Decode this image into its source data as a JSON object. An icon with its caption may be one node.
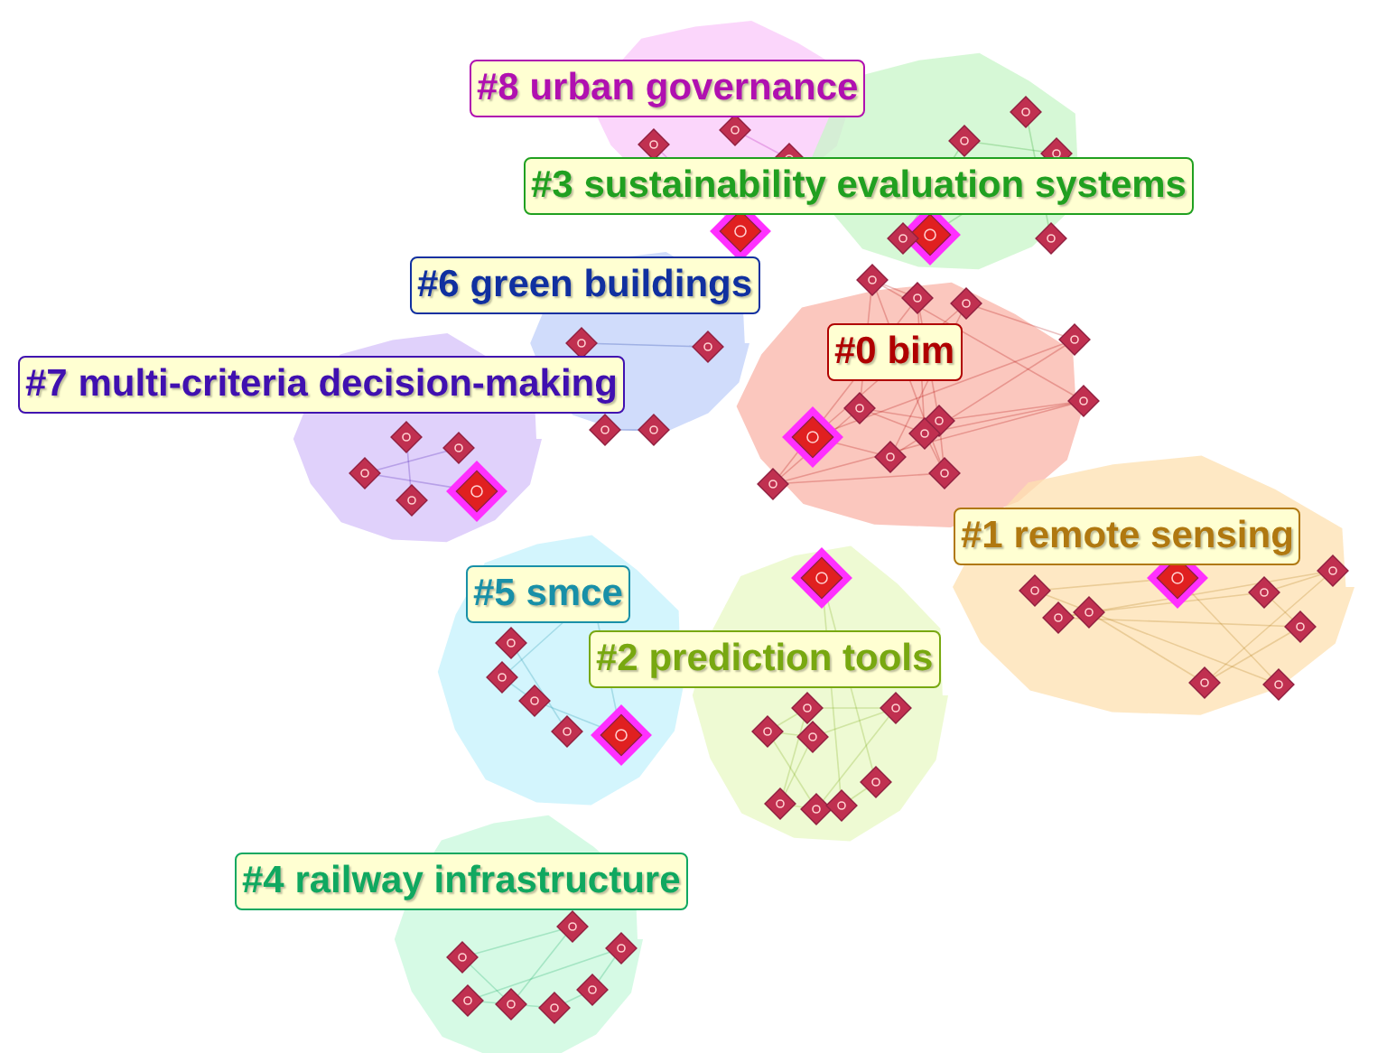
{
  "diagram": {
    "nodes": [
      {
        "text": [
          "#8 urban governance"
        ]
      },
      {
        "text": [
          "#3 sustainability evaluation systems"
        ]
      },
      {
        "text": [
          "#6 green buildings"
        ]
      },
      {
        "text": [
          "#0 bim"
        ]
      },
      {
        "text": [
          "#7 multi-criteria decision-making"
        ]
      },
      {
        "text": [
          "#1 remote sensing"
        ]
      },
      {
        "text": [
          "#5 smce"
        ]
      },
      {
        "text": [
          "#2 prediction tools"
        ]
      },
      {
        "text": [
          "#4 railway infrastructure"
        ]
      }
    ]
  }
}
